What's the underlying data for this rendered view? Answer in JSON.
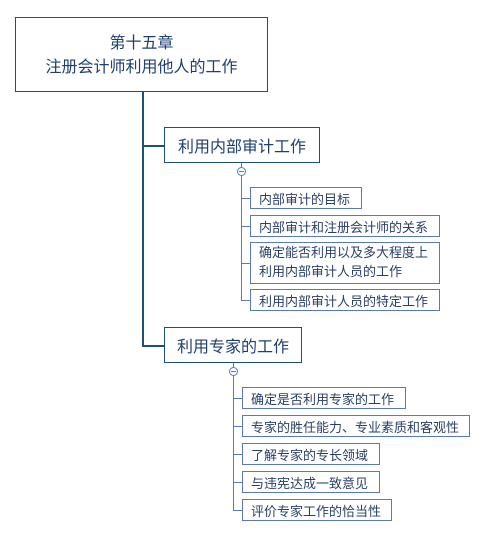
{
  "root": {
    "line1": "第十五章",
    "line2": "注册会计师利用他人的工作"
  },
  "branches": [
    {
      "label": "利用内部审计工作",
      "leaves": [
        "内部审计的目标",
        "内部审计和注册会计师的关系",
        "确定能否利用以及多大程度上",
        "利用内部审计人员的工作",
        "利用内部审计人员的特定工作"
      ]
    },
    {
      "label": "利用专家的工作",
      "leaves": [
        "确定是否利用专家的工作",
        "专家的胜任能力、专业素质和客观性",
        "了解专家的专长领域",
        "与违宪达成一致意见",
        "评价专家工作的恰当性"
      ]
    }
  ]
}
